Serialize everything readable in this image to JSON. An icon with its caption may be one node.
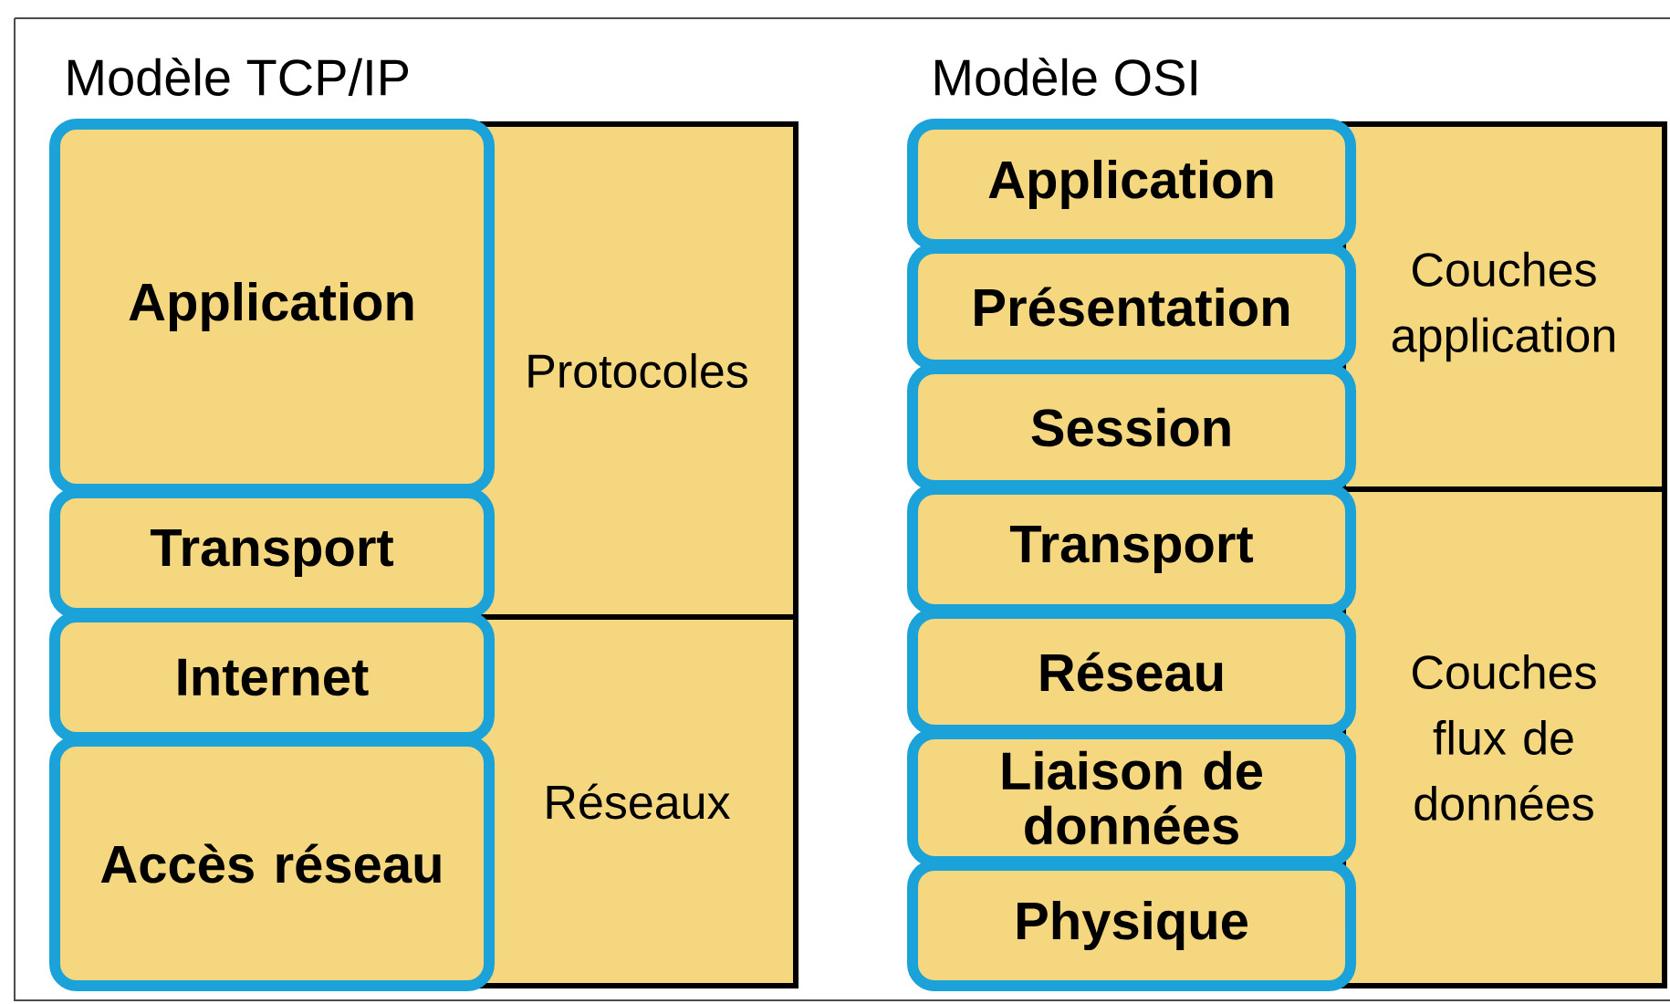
{
  "diagram": {
    "nodes": [
      {
        "text": [
          "Application"
        ]
      },
      {
        "text": [
          "Transport"
        ]
      },
      {
        "text": [
          "Internet"
        ]
      },
      {
        "text": [
          "Accès réseau"
        ]
      },
      {
        "text": [
          "Protocoles"
        ]
      },
      {
        "text": [
          "Réseaux"
        ]
      },
      {
        "text": [
          "Application"
        ]
      },
      {
        "text": [
          "Présentation"
        ]
      },
      {
        "text": [
          "Session"
        ]
      },
      {
        "text": [
          "Transport"
        ]
      },
      {
        "text": [
          "Réseau"
        ]
      },
      {
        "text": [
          "Liaison de données"
        ]
      },
      {
        "text": [
          "Physique"
        ]
      },
      {
        "text": [
          "Couches application"
        ]
      },
      {
        "text": [
          "Couches flux de données"
        ]
      }
    ],
    "labels": [
      "Modèle TCP/IP",
      "Modèle OSI"
    ]
  }
}
